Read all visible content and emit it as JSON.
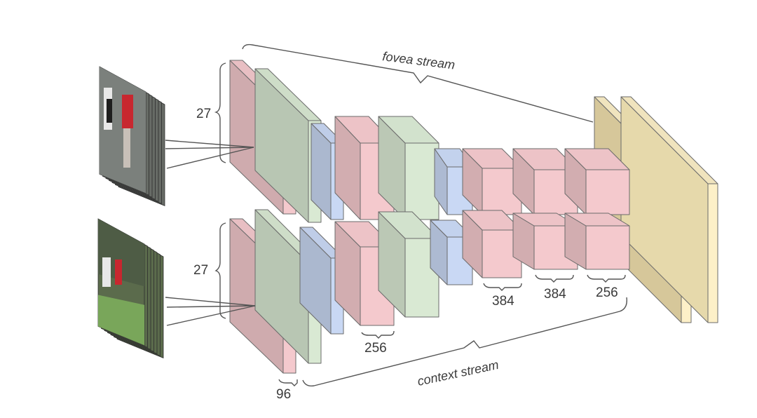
{
  "colors": {
    "conv": "#f4c9cd",
    "norm": "#d9e9d3",
    "pool": "#c9d8f4",
    "fc": "#d6c79a",
    "fc_front": "#fdf0c8",
    "line": "#555555"
  },
  "labels": {
    "fovea_stream": "fovea stream",
    "context_stream": "context stream",
    "fovea_size": "27",
    "context_size": "27",
    "conv1_filters": "96",
    "conv2_filters": "256",
    "conv3_filters": "384",
    "conv4_filters": "384",
    "conv5_filters": "256"
  },
  "streams": [
    {
      "name": "fovea stream",
      "input_frames": "video-clip stack (cropped center)"
    },
    {
      "name": "context stream",
      "input_frames": "video-clip stack (downsampled full frame)"
    }
  ],
  "layer_sequence": [
    "conv",
    "norm",
    "pool",
    "conv",
    "norm",
    "pool",
    "conv",
    "conv",
    "conv",
    "fc",
    "fc"
  ]
}
